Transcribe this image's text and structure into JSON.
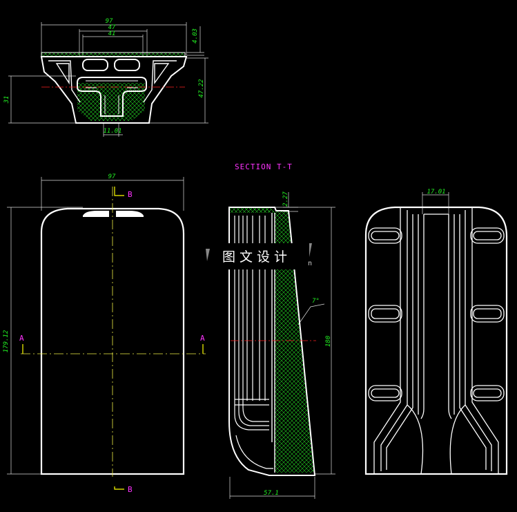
{
  "section_title": "SECTION T-T",
  "watermark": {
    "text": "图文设计",
    "suffix": "n"
  },
  "top_view": {
    "dims": {
      "overall_width": "97",
      "inner_width_1": "47",
      "inner_width_2": "41",
      "top_thickness": "4.03",
      "overall_height": "47.22",
      "left_height": "31",
      "bottom_width": "11.01"
    }
  },
  "front_view": {
    "dims": {
      "width": "97",
      "height": "179.12"
    },
    "section_marks": {
      "b_top": "B",
      "b_bottom": "B",
      "a_left": "A",
      "a_right": "A"
    }
  },
  "section_view": {
    "dims": {
      "top_offset": "2.27",
      "angle": "7°",
      "height": "180",
      "bottom_width": "57.1"
    }
  },
  "side_view": {
    "dims": {
      "top_width": "17.01"
    }
  },
  "colors": {
    "background": "#000000",
    "lines": "#ffffff",
    "dimensions": "#22ee22",
    "labels": "#ff33ff",
    "hatch": "#22ee22",
    "centerline": "#ffff00",
    "cutline": "#ff2222"
  }
}
